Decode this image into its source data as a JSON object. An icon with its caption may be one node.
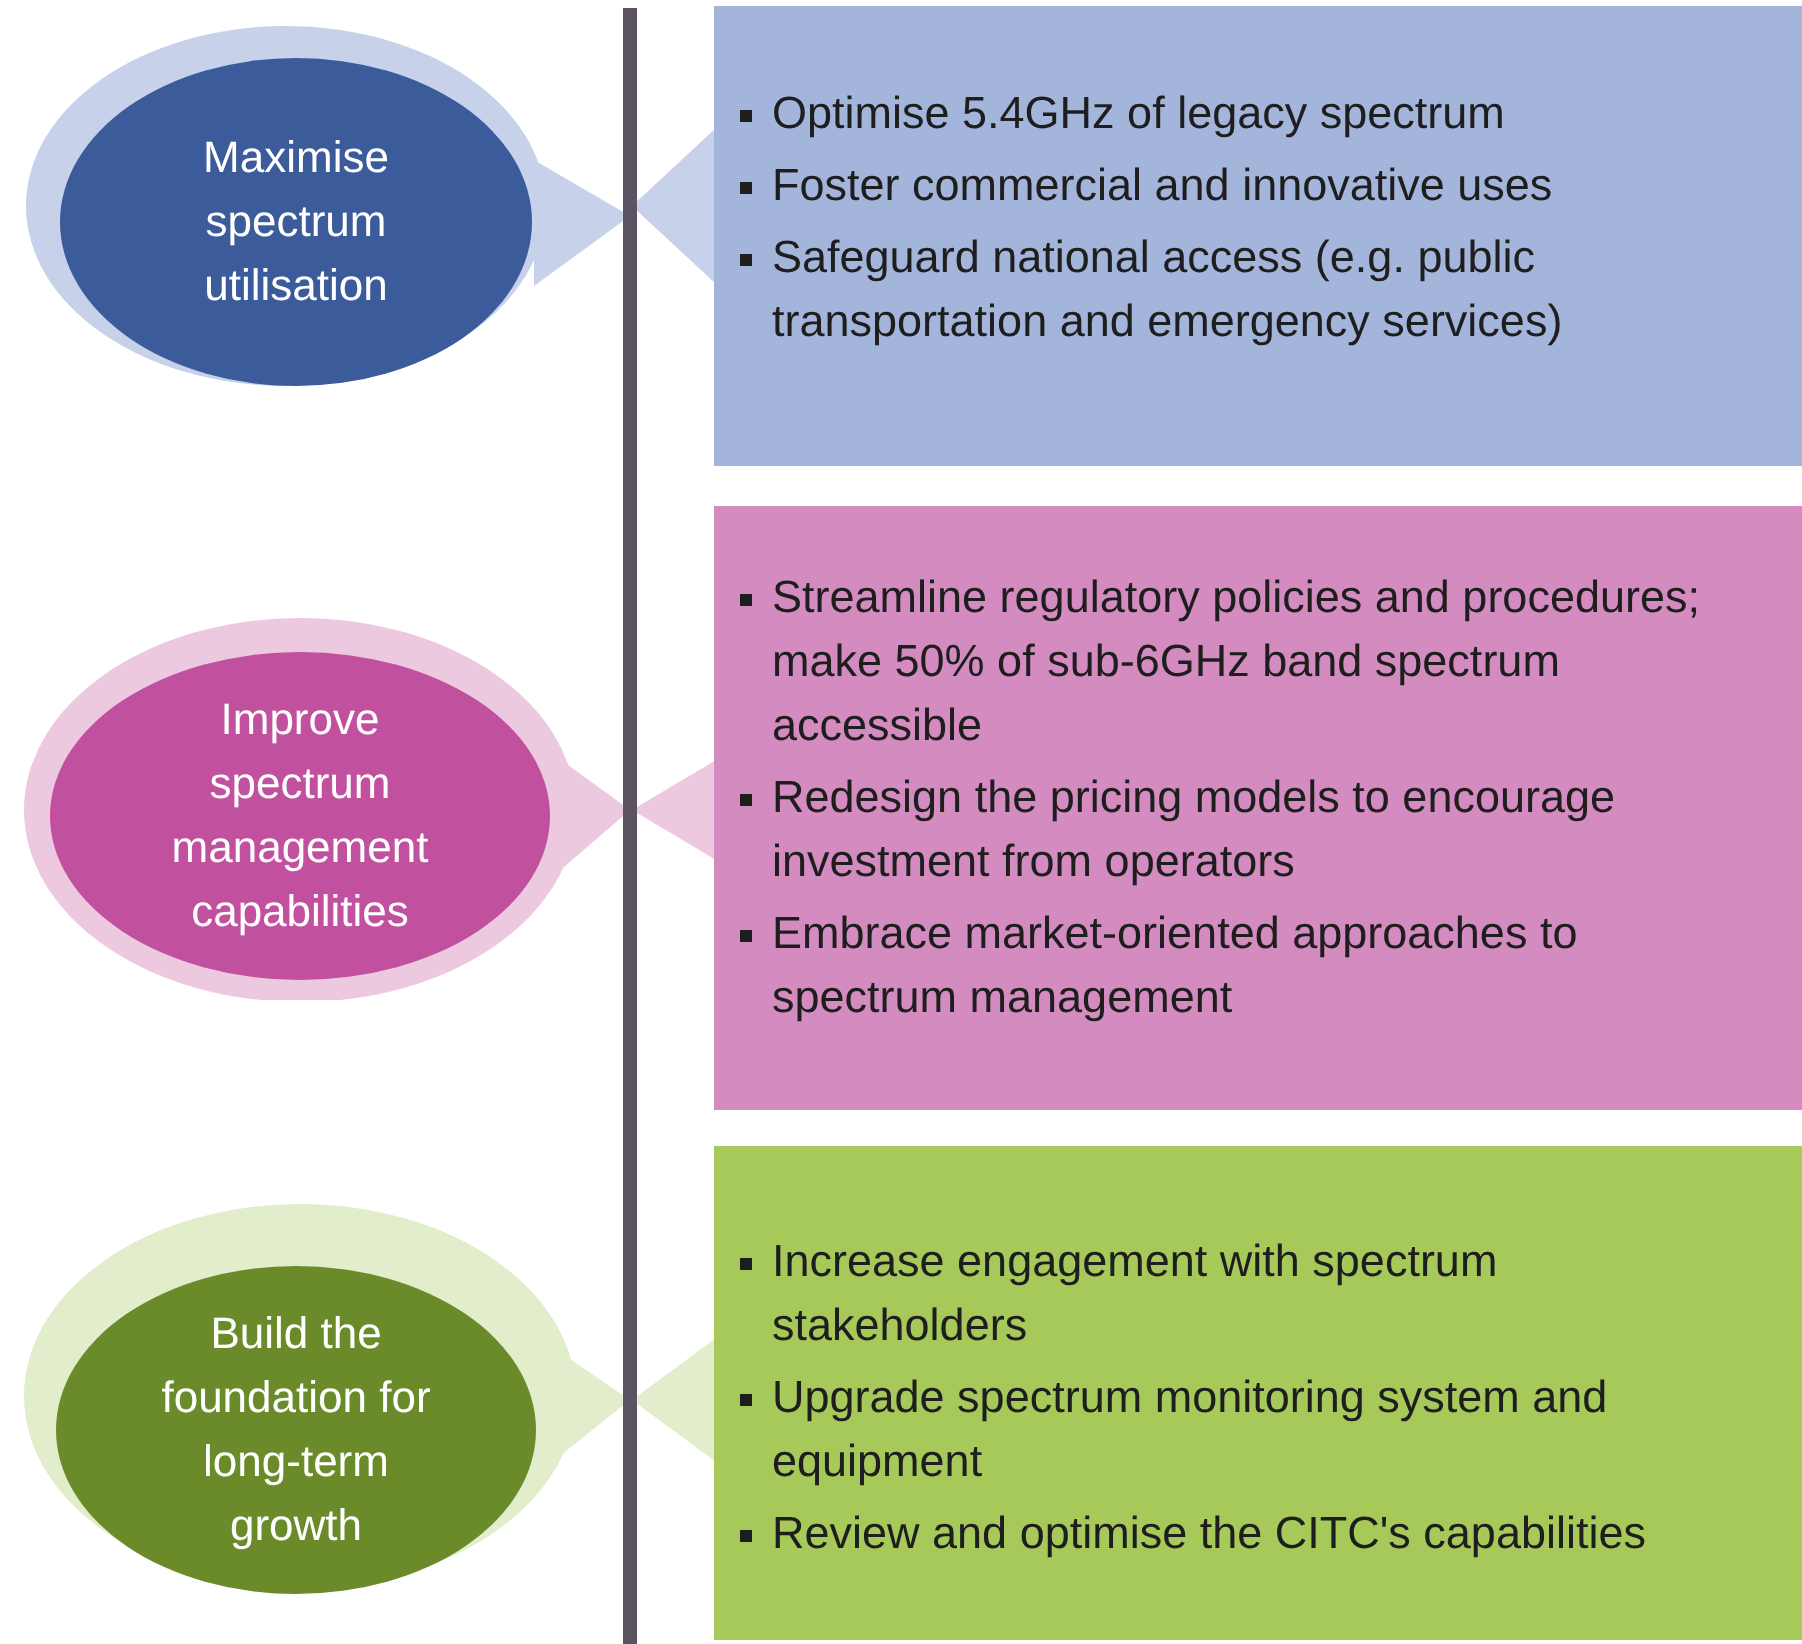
{
  "diagram": {
    "nodes": [
      {
        "text": [
          "Maximise spectrum utilisation"
        ]
      },
      {
        "text": [
          "Optimise 5.4GHz of legacy spectrum",
          "Foster commercial and innovative uses",
          "Safeguard national access (e.g. public transportation and emergency services)"
        ]
      },
      {
        "text": [
          "Improve spectrum management capabilities"
        ]
      },
      {
        "text": [
          "Streamline regulatory policies and procedures; make 50% of sub-6GHz band spectrum accessible",
          "Redesign the pricing models to encourage investment from operators",
          "Embrace market-oriented approaches to spectrum management"
        ]
      },
      {
        "text": [
          "Build the foundation for long-term growth"
        ]
      },
      {
        "text": [
          "Increase engagement with spectrum stakeholders",
          "Upgrade spectrum monitoring system and equipment",
          "Review and optimise the CITC's capabilities"
        ]
      }
    ]
  }
}
